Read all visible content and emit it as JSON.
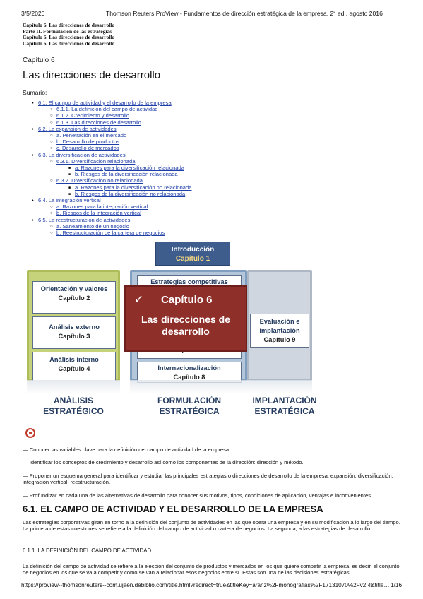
{
  "header": {
    "date": "3/5/2020",
    "title": "Thomson Reuters ProView - Fundamentos de dirección estratégica de la empresa. 2ª ed., agosto 2016"
  },
  "breadcrumbs": [
    "Capítulo 6. Las direcciones de desarrollo",
    "Parte II. Formulación de las estrategias",
    "Capítulo 6. Las direcciones de desarrollo",
    "Capítulo 6. Las direcciones de desarrollo"
  ],
  "chapter_label": "Capítulo 6",
  "chapter_title": "Las direcciones de desarrollo",
  "sumario": "Sumario:",
  "toc": [
    {
      "label": "6.1. El campo de actividad y el desarrollo de la empresa",
      "children": [
        {
          "label": "6.1.1. La definición del campo de actividad"
        },
        {
          "label": "6.1.2. Crecimiento y desarrollo"
        },
        {
          "label": "6.1.3. Las direcciones de desarrollo"
        }
      ]
    },
    {
      "label": "6.2. La expansión de actividades",
      "children": [
        {
          "label": "a. Penetración en el mercado"
        },
        {
          "label": "b. Desarrollo de productos"
        },
        {
          "label": "c. Desarrollo de mercados"
        }
      ]
    },
    {
      "label": "6.3. La diversificación de actividades",
      "children": [
        {
          "label": "6.3.1. Diversificación relacionada",
          "children": [
            {
              "label": "a. Razones para la diversificación relacionada"
            },
            {
              "label": "b. Riesgos de la diversificación relacionada"
            }
          ]
        },
        {
          "label": "6.3.2. Diversificación no relacionada",
          "children": [
            {
              "label": "a. Razones para la diversificación no relacionada"
            },
            {
              "label": "b. Riesgos de la diversificación no relacionada"
            }
          ]
        }
      ]
    },
    {
      "label": "6.4. La integración vertical",
      "children": [
        {
          "label": "a. Razones para la integración vertical"
        },
        {
          "label": "b. Riesgos de la integración vertical"
        }
      ]
    },
    {
      "label": "6.5. La reestructuración de actividades",
      "children": [
        {
          "label": "a. Saneamiento de un negocio"
        },
        {
          "label": "b. Reestructuración de la cartera de negocios"
        }
      ]
    }
  ],
  "diagram": {
    "intro": {
      "label": "Introducción",
      "chapter": "Capítulo 1"
    },
    "orientacion": {
      "label": "Orientación y valores",
      "chapter": "Capítulo 2"
    },
    "externo": {
      "label": "Análisis externo",
      "chapter": "Capítulo 3"
    },
    "interno": {
      "label": "Análisis interno",
      "chapter": "Capítulo 4"
    },
    "competitivas": {
      "label": "Estrategias competitivas"
    },
    "cap7": {
      "chapter": "Capítulo 7"
    },
    "internac": {
      "label": "Internacionalización",
      "chapter": "Capítulo 8"
    },
    "evaluacion": {
      "label": "Evaluación e implantación",
      "chapter": "Capítulo 9"
    },
    "highlight": {
      "check": "✓",
      "chapter": "Capítulo 6",
      "label": "Las direcciones de desarrollo"
    },
    "footer1": "ANÁLISIS ESTRATÉGICO",
    "footer2": "FORMULACIÓN ESTRATÉGICA",
    "footer3": "IMPLANTACIÓN ESTRATÉGICA"
  },
  "objectives": [
    "— Conocer las variables clave para la definición del campo de actividad de la empresa.",
    "— Identificar los conceptos de crecimiento y desarrollo así como los componentes de la dirección: dirección y método.",
    "— Proponer un esquema general para identificar y estudiar las principales estrategias o direcciones de desarrollo de la empresa: expansión, diversificación, integración vertical, reestructuración.",
    "— Profundizar en cada una de las alternativas de desarrollo para conocer sus motivos, tipos, condiciones de aplicación, ventajas e inconvenientes."
  ],
  "section_heading": "6.1. EL CAMPO DE ACTIVIDAD Y EL DESARROLLO DE LA EMPRESA",
  "section_intro": "Las estrategias corporativas giran en torno a la definición del conjunto de actividades en las que opera una empresa y en su modificación a lo largo del tiempo. La primera de estas cuestiones se refiere a la definición del campo de actividad o cartera de negocios. La segunda, a las estrategias de desarrollo.",
  "subsection_heading": "6.1.1. LA DEFINICIÓN DEL CAMPO DE ACTIVIDAD",
  "subsection_text": "La definición del campo de actividad se refiere a la elección del conjunto de productos y mercados en los que quiere competir la empresa, es decir, el conjunto de negocios en los que se va a competir y cómo se van a relacionar esos negocios entre sí. Estas son una de las decisiones estratégicas",
  "footer": {
    "url": "https://proview--thomsonreuters--com.ujaen.debiblio.com/title.html?redirect=true&titleKey=aranz%2Fmonografias%2F17131070%2Fv2.4&title…",
    "page": "1/16"
  }
}
